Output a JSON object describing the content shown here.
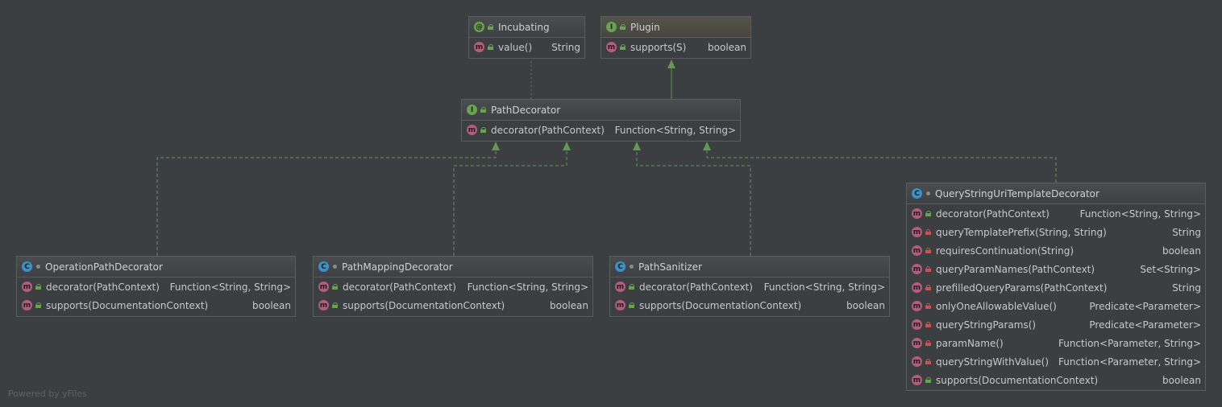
{
  "nodes": {
    "incubating": {
      "kind": "annotation",
      "badge": "@",
      "name": "Incubating",
      "members": [
        {
          "vis": "public",
          "sig": "value()",
          "ret": "String"
        }
      ]
    },
    "plugin": {
      "kind": "interface",
      "badge": "I",
      "name": "Plugin",
      "members": [
        {
          "vis": "public",
          "sig": "supports(S)",
          "ret": "boolean"
        }
      ]
    },
    "pathDecorator": {
      "kind": "interface",
      "badge": "I",
      "name": "PathDecorator",
      "members": [
        {
          "vis": "public",
          "sig": "decorator(PathContext)",
          "ret": "Function<String, String>"
        }
      ]
    },
    "operationPathDecorator": {
      "kind": "class",
      "badge": "C",
      "name": "OperationPathDecorator",
      "members": [
        {
          "vis": "public",
          "sig": "decorator(PathContext)",
          "ret": "Function<String, String>"
        },
        {
          "vis": "public",
          "sig": "supports(DocumentationContext)",
          "ret": "boolean"
        }
      ]
    },
    "pathMappingDecorator": {
      "kind": "class",
      "badge": "C",
      "name": "PathMappingDecorator",
      "members": [
        {
          "vis": "public",
          "sig": "decorator(PathContext)",
          "ret": "Function<String, String>"
        },
        {
          "vis": "public",
          "sig": "supports(DocumentationContext)",
          "ret": "boolean"
        }
      ]
    },
    "pathSanitizer": {
      "kind": "class",
      "badge": "C",
      "name": "PathSanitizer",
      "members": [
        {
          "vis": "public",
          "sig": "decorator(PathContext)",
          "ret": "Function<String, String>"
        },
        {
          "vis": "public",
          "sig": "supports(DocumentationContext)",
          "ret": "boolean"
        }
      ]
    },
    "queryStringUriTemplateDecorator": {
      "kind": "class",
      "badge": "C",
      "name": "QueryStringUriTemplateDecorator",
      "members": [
        {
          "vis": "public",
          "sig": "decorator(PathContext)",
          "ret": "Function<String, String>"
        },
        {
          "vis": "private",
          "sig": "queryTemplatePrefix(String, String)",
          "ret": "String"
        },
        {
          "vis": "private",
          "sig": "requiresContinuation(String)",
          "ret": "boolean"
        },
        {
          "vis": "private",
          "sig": "queryParamNames(PathContext)",
          "ret": "Set<String>"
        },
        {
          "vis": "private",
          "sig": "prefilledQueryParams(PathContext)",
          "ret": "String"
        },
        {
          "vis": "private",
          "sig": "onlyOneAllowableValue()",
          "ret": "Predicate<Parameter>"
        },
        {
          "vis": "private",
          "sig": "queryStringParams()",
          "ret": "Predicate<Parameter>"
        },
        {
          "vis": "private",
          "sig": "paramName()",
          "ret": "Function<Parameter, String>"
        },
        {
          "vis": "private",
          "sig": "queryStringWithValue()",
          "ret": "Function<Parameter, String>"
        },
        {
          "vis": "public",
          "sig": "supports(DocumentationContext)",
          "ret": "boolean"
        }
      ]
    }
  },
  "edges": [
    {
      "from": "pathDecorator",
      "to": "incubating",
      "type": "annotation"
    },
    {
      "from": "pathDecorator",
      "to": "plugin",
      "type": "extends"
    },
    {
      "from": "operationPathDecorator",
      "to": "pathDecorator",
      "type": "implements"
    },
    {
      "from": "pathMappingDecorator",
      "to": "pathDecorator",
      "type": "implements"
    },
    {
      "from": "pathSanitizer",
      "to": "pathDecorator",
      "type": "implements"
    },
    {
      "from": "queryStringUriTemplateDecorator",
      "to": "pathDecorator",
      "type": "implements"
    }
  ],
  "colors": {
    "background": "#3c3f41",
    "edge": "#629755",
    "annotation_edge": "#6b6b6b",
    "class_badge": "#3b93c5",
    "interface_badge": "#6aa350",
    "method_badge": "#b55c7d"
  },
  "footer": {
    "watermark": "Powered by yFiles"
  }
}
